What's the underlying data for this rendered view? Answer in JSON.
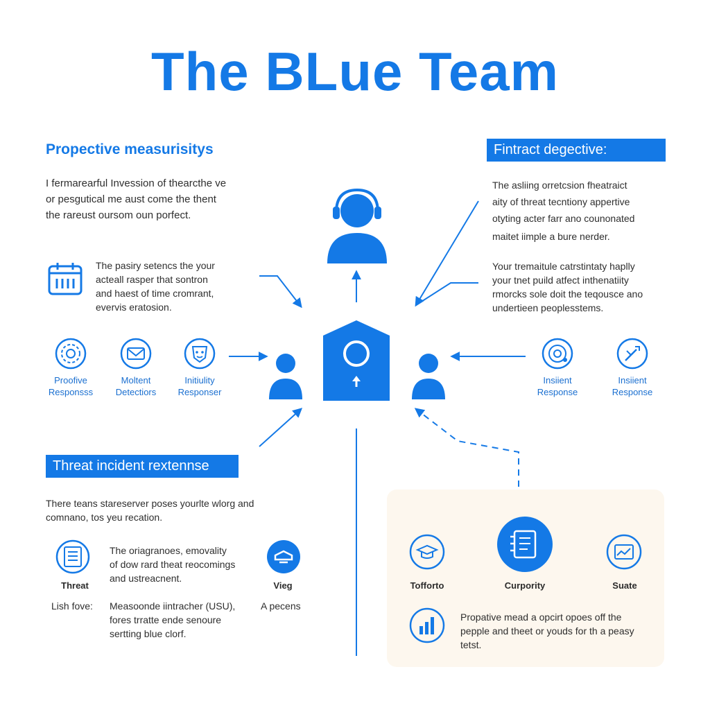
{
  "title": "The BLue Team",
  "left": {
    "heading": "Propective measurisitys",
    "intro": [
      "I fermarearful Invession of thearcthe ve",
      "or pesgutical me aust come the thent",
      "the rareust oursom oun porfect."
    ],
    "calendar_text": [
      "The pasiry setencs the your",
      "acteall rasper that sontron",
      "and haest of time cromrant,",
      "evervis eratosion."
    ],
    "icons": [
      {
        "label1": "Proofive",
        "label2": "Responsss"
      },
      {
        "label1": "Moltent",
        "label2": "Detectiors"
      },
      {
        "label1": "Initiulity",
        "label2": "Responser"
      }
    ]
  },
  "right": {
    "heading": "Fintract degective:",
    "para1": [
      "The asliing orretcsion fheatraict",
      "aity of threat tecntiony appertive",
      "otyting acter farr ano counonated",
      "maitet iimple a bure nerder."
    ],
    "para2": [
      "Your tremaitule catrstintaty haplly",
      "your tnet puild atfect inthenatiity",
      "rmorcks sole doit the teqousce ano",
      "undertieen peoplesstems."
    ],
    "icons": [
      {
        "label1": "Insiient",
        "label2": "Response"
      },
      {
        "label1": "Insiient",
        "label2": "Response"
      }
    ]
  },
  "threat": {
    "heading": "Threat incident rextennse",
    "intro": [
      "There teans stareserver poses yourlte wlorg and",
      "comnano, tos yeu recation."
    ],
    "list_text": [
      "The oriagranoes, emovality",
      "of dow rard theat reocomings",
      "and ustreacnent."
    ],
    "threat_label": "Threat",
    "vieg_label": "Vieg",
    "lish_label": "Lish fove:",
    "bottom_text": [
      "Measoonde iintracher (USU),",
      "fores trratte ende senoure",
      "sertting blue clorf."
    ],
    "apecens_label": "A pecens"
  },
  "panel": {
    "items": [
      {
        "label": "Tofforto"
      },
      {
        "label": "Curpority"
      },
      {
        "label": "Suate"
      }
    ],
    "text": [
      "Propative mead a opcirt opoes off the",
      "pepple and theet or youds for th a peasy",
      "tetst."
    ]
  },
  "colors": {
    "accent": "#1479e6",
    "panel_bg": "#fdf7ee",
    "text": "#2e2e2e"
  }
}
